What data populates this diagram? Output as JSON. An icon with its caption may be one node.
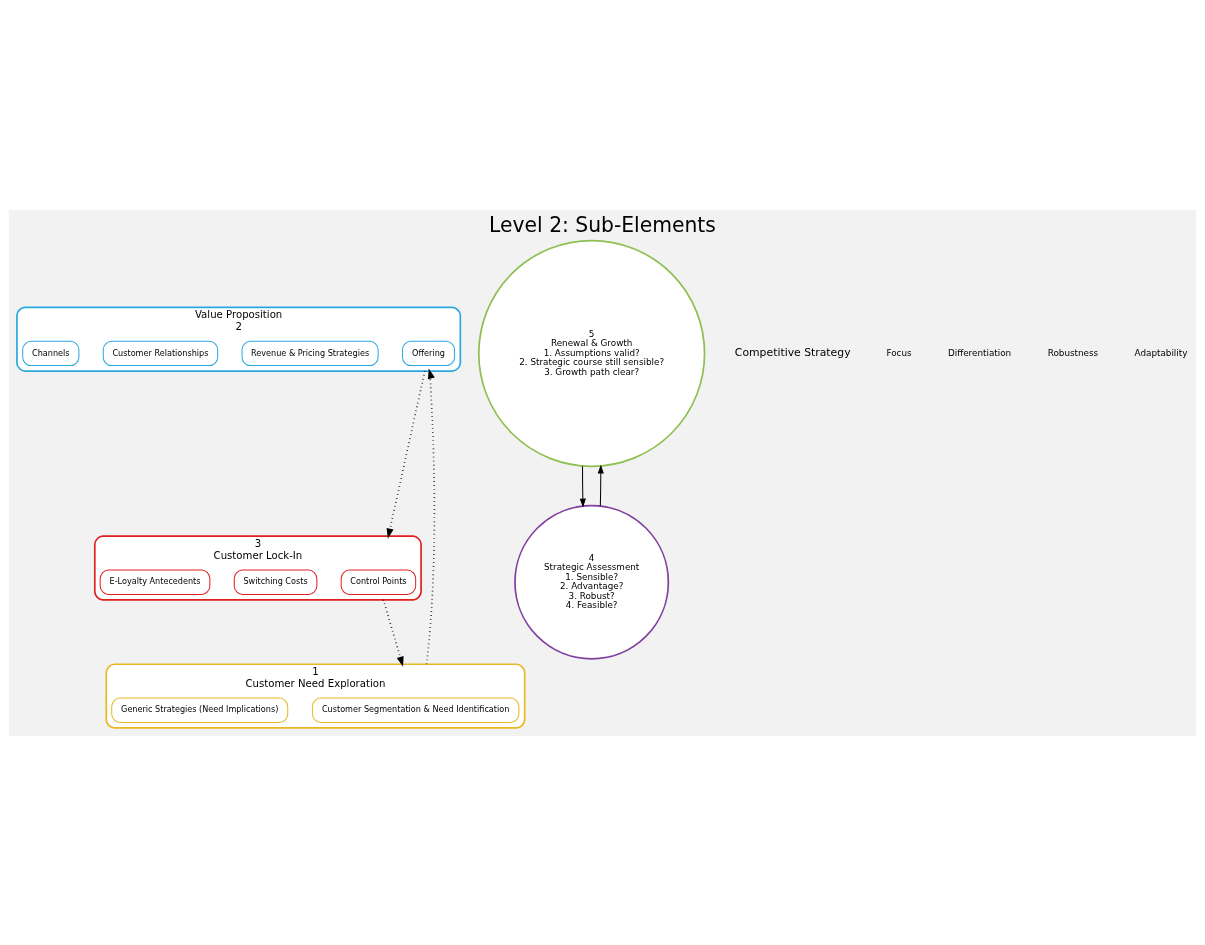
{
  "diagram": {
    "title": "Level 2: Sub-Elements",
    "nodes": [
      {
        "text": [
          "Value Proposition",
          "2"
        ]
      },
      {
        "text": [
          "Offering"
        ],
        "in": 0
      },
      {
        "text": [
          "Revenue & Pricing Strategies"
        ],
        "in": 0
      },
      {
        "text": [
          "Customer Relationships"
        ],
        "in": 0
      },
      {
        "text": [
          "Channels"
        ],
        "in": 0
      },
      {
        "text": [
          "5",
          "Renewal & Growth",
          "1. Assumptions valid?",
          "2. Strategic course still sensible?",
          "3. Growth path clear?"
        ]
      },
      {
        "text": [
          "4",
          "Strategic Assessment",
          "1. Sensible?",
          "2. Advantage?",
          "3. Robust?",
          "4. Feasible?"
        ]
      },
      {
        "text": [
          "1",
          "Customer Need Exploration"
        ]
      },
      {
        "text": [
          "Customer Segmentation & Need Identification"
        ],
        "in": 7
      },
      {
        "text": [
          "Generic Strategies (Need Implications)"
        ],
        "in": 7
      },
      {
        "text": [
          "3",
          "Customer Lock-In"
        ]
      },
      {
        "text": [
          "Control Points"
        ],
        "in": 10
      },
      {
        "text": [
          "Switching Costs"
        ],
        "in": 10
      },
      {
        "text": [
          "E-Loyalty Antecedents"
        ],
        "in": 10
      }
    ],
    "edges": [
      {
        "from": 6,
        "to": 5,
        "arrow": "to"
      },
      {
        "from": 5,
        "to": 6,
        "arrow": "to"
      },
      {
        "from": 7,
        "to": 0,
        "arrow": "to",
        "style": "dashed"
      },
      {
        "from": 0,
        "to": 10,
        "arrow": "to",
        "style": "dashed"
      },
      {
        "from": 10,
        "to": 7,
        "arrow": "to",
        "style": "dashed"
      }
    ],
    "labels": [
      "Competitive Strategy",
      "Focus",
      "Differentiation",
      "Robustness",
      "Adaptability"
    ]
  }
}
